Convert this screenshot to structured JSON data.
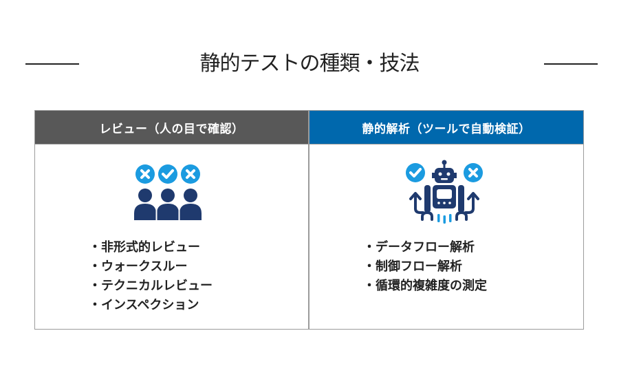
{
  "title": {
    "text": "静的テストの種類・技法"
  },
  "columns": [
    {
      "header": "レビュー（人の目で確認）",
      "header_color": "#585858",
      "icon": "people-review-icon",
      "items": [
        "非形式的レビュー",
        "ウォークスルー",
        "テクニカルレビュー",
        "インスペクション"
      ]
    },
    {
      "header": "静的解析（ツールで自動検証）",
      "header_color": "#0068ad",
      "icon": "robot-analysis-icon",
      "items": [
        "データフロー解析",
        "制御フロー解析",
        "循環的複雑度の測定"
      ]
    }
  ],
  "bullet": "・",
  "colors": {
    "icon_dark": "#1f3a6e",
    "icon_light": "#1b9be0",
    "border": "#9b9b9b"
  }
}
